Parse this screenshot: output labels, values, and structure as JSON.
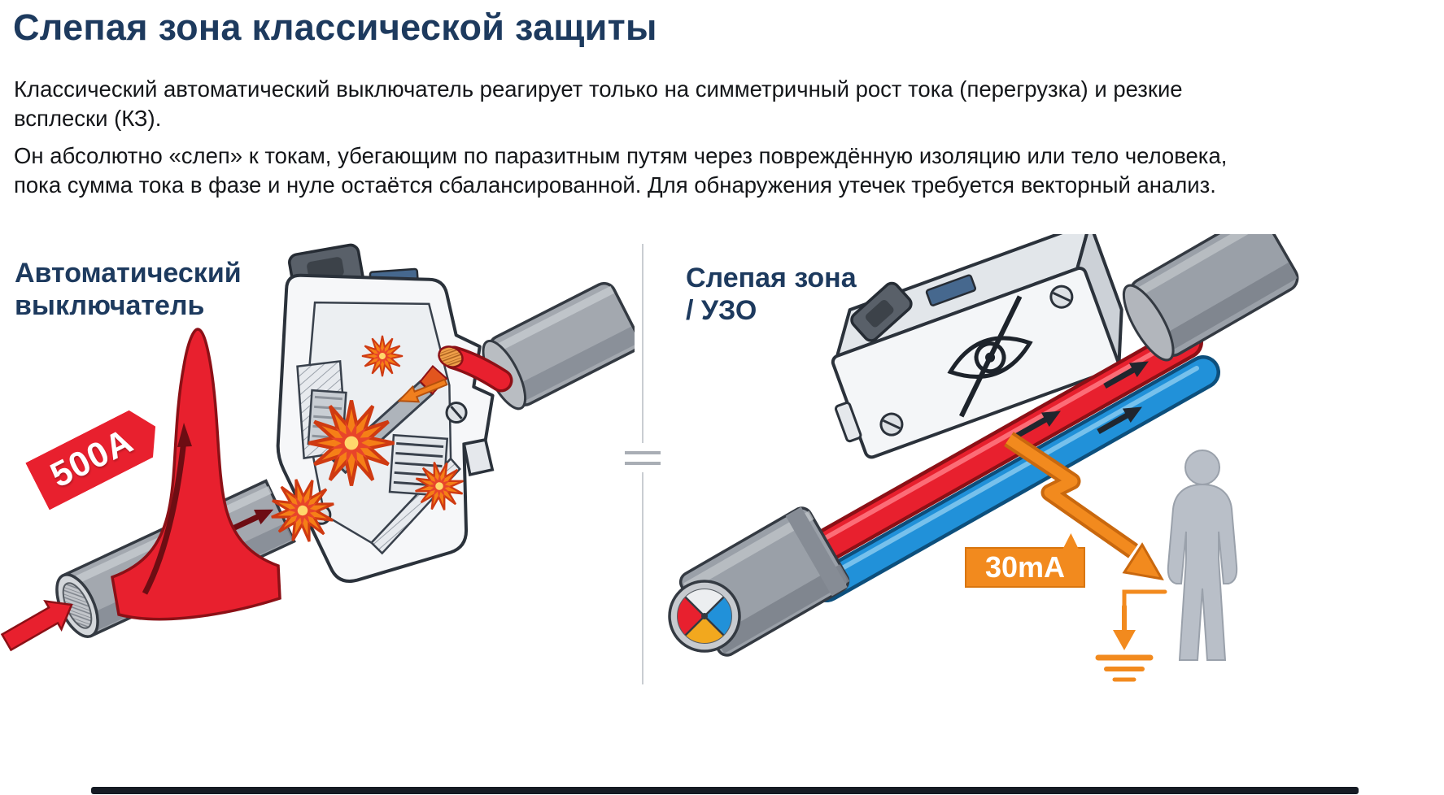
{
  "header": {
    "title": "Слепая зона классической защиты",
    "paragraphs": [
      "Классический автоматический выключатель реагирует только на симметричный рост тока (перегрузка) и резкие всплески (КЗ).",
      "Он абсолютно «слеп» к токам, убегающим по паразитным путям через повреждённую изоляцию или тело человека, пока сумма тока в фазе и нуле остаётся сбалансированной. Для обнаружения утечек требуется векторный анализ."
    ]
  },
  "left_panel": {
    "label_line1": "Автоматический",
    "label_line2": "выключатель",
    "current_badge": "500A",
    "icons": {
      "input_arrow": "arrow-up-right",
      "inrush_spike": "current-spike-waveform",
      "sparks": "explosion-burst"
    }
  },
  "right_panel": {
    "label_line1": "Слепая зона",
    "label_line2": "/ УЗО",
    "leakage_badge": "30mA",
    "icons": {
      "blind_eye": "eye-crossed-out",
      "leakage_bolt": "lightning-arrow",
      "ground": "earth-ground",
      "person": "human-silhouette"
    }
  },
  "divider": {
    "symbol": "double-bar-break"
  },
  "colors": {
    "title_navy": "#1d3a5e",
    "body_text": "#141619",
    "danger_red": "#e8202e",
    "warning_orange": "#f28a1e",
    "phase_blue": "#2191d9",
    "cable_gray": "#9aa0a8"
  }
}
